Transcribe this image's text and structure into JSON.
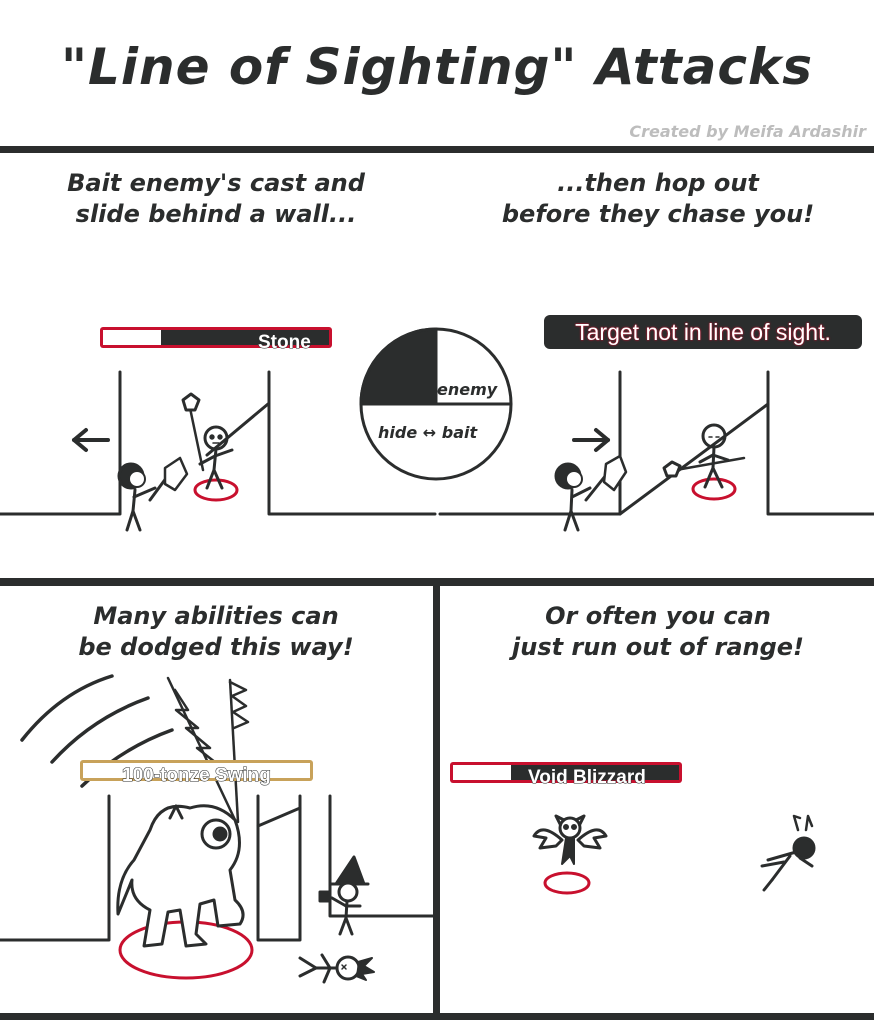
{
  "header": {
    "title": "\"Line of Sighting\" Attacks",
    "credit": "Created by Meifa Ardashir"
  },
  "panels": {
    "top_left": {
      "caption_line1": "Bait enemy's cast and",
      "caption_line2": "slide behind a wall..."
    },
    "top_right": {
      "caption_line1": "...then hop out",
      "caption_line2": "before they chase you!"
    },
    "bottom_left": {
      "caption_line1": "Many abilities can",
      "caption_line2": "be dodged this way!"
    },
    "bottom_right": {
      "caption_line1": "Or often you can",
      "caption_line2": "just run out of range!"
    }
  },
  "cast_bars": {
    "stone": {
      "label": "Stone",
      "progress": 0.28,
      "color": "#c8102e"
    },
    "swing": {
      "label": "100-tonze Swing",
      "color": "#c8a25a"
    },
    "blizzard": {
      "label": "Void Blizzard",
      "progress": 0.27,
      "color": "#c8102e"
    }
  },
  "error_message": {
    "text": "Target not in line of sight."
  },
  "pie": {
    "enemy_label": "enemy",
    "hide_label": "hide",
    "arrow": "↔",
    "bait_label": "bait",
    "enemy_share": 0.25
  },
  "colors": {
    "ink": "#2b2d2d",
    "accent_red": "#c8102e",
    "gold": "#c8a25a",
    "credit_gray": "#bdbdbd"
  }
}
